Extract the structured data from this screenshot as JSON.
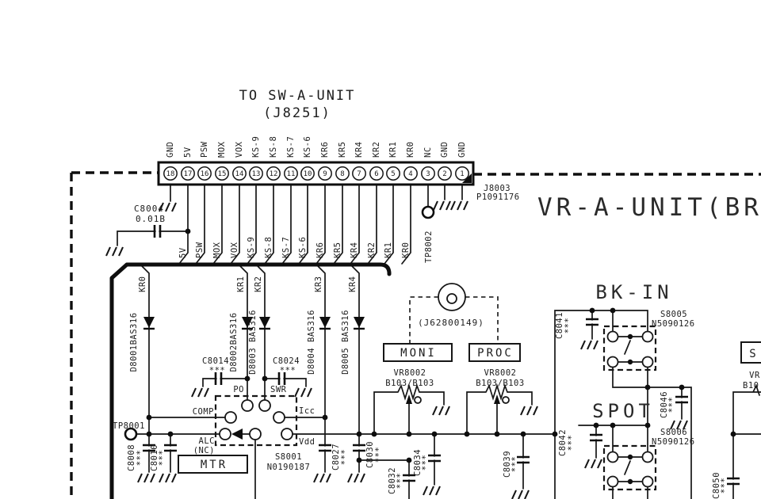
{
  "header": {
    "title1": "TO SW-A-UNIT",
    "title2": "(J8251)",
    "unit": "VR-A-UNIT(BR",
    "conn_name": "J8003",
    "conn_part": "P1091176"
  },
  "connector_pins": [
    {
      "num": "18",
      "label": "GND"
    },
    {
      "num": "17",
      "label": "5V"
    },
    {
      "num": "16",
      "label": "PSW"
    },
    {
      "num": "15",
      "label": "MOX"
    },
    {
      "num": "14",
      "label": "VOX"
    },
    {
      "num": "13",
      "label": "KS-9"
    },
    {
      "num": "12",
      "label": "KS-8"
    },
    {
      "num": "11",
      "label": "KS-7"
    },
    {
      "num": "10",
      "label": "KS-6"
    },
    {
      "num": "9",
      "label": "KR6"
    },
    {
      "num": "8",
      "label": "KR5"
    },
    {
      "num": "7",
      "label": "KR4"
    },
    {
      "num": "6",
      "label": "KR2"
    },
    {
      "num": "5",
      "label": "KR1"
    },
    {
      "num": "4",
      "label": "KR0"
    },
    {
      "num": "3",
      "label": "NC"
    },
    {
      "num": "2",
      "label": "GND"
    },
    {
      "num": "1",
      "label": "GND"
    }
  ],
  "bus_entry": [
    "5V",
    "PSW",
    "MOX",
    "VOX",
    "KS-9",
    "KS-8",
    "KS-7",
    "KS-6",
    "KR6",
    "KR5",
    "KR4",
    "KR2",
    "KR1",
    "KR0"
  ],
  "bus_exit": [
    "KR0",
    "KR1",
    "KR2",
    "KR3",
    "KR4"
  ],
  "diodes": [
    "D8001BAS316",
    "D8002BAS316",
    "D8003 BAS316",
    "D8004 BAS316",
    "D8005 BAS316"
  ],
  "capacitors": {
    "c8004": {
      "name": "C8004",
      "value": "0.01B"
    },
    "c8008": {
      "name": "C8008",
      "value": "***"
    },
    "c8010": {
      "name": "C8010",
      "value": "***"
    },
    "c8014": {
      "name": "C8014",
      "value": "***"
    },
    "c8024": {
      "name": "C8024",
      "value": "***"
    },
    "c8027": {
      "name": "C8027",
      "value": "***"
    },
    "c8030": {
      "name": "C8030",
      "value": "***"
    },
    "c8032": {
      "name": "C8032",
      "value": "***"
    },
    "c8034": {
      "name": "C8034",
      "value": "***"
    },
    "c8039": {
      "name": "C8039",
      "value": "***"
    },
    "c8041": {
      "name": "C8041",
      "value": "***"
    },
    "c8042": {
      "name": "C8042",
      "value": "***"
    },
    "c8046": {
      "name": "C8046",
      "value": "***"
    },
    "c8050": {
      "name": "C8050",
      "value": "***"
    }
  },
  "test_points": {
    "tp8001": "TP8001",
    "tp8002": "TP8002"
  },
  "rotary_switch": {
    "name": "S8001",
    "part": "N0190187",
    "pos_po": "PO",
    "pos_swr": "SWR",
    "pos_comp": "COMP",
    "pos_icc": "Icc",
    "pos_alc": "ALC",
    "pos_alc_nc": "(NC)",
    "pos_vdd": "Vdd"
  },
  "switches": {
    "s8005": {
      "name": "S8005",
      "part": "N5090126"
    },
    "s8006": {
      "name": "S8006",
      "part": "N5090126"
    }
  },
  "pots": {
    "moni": {
      "name": "VR8002",
      "value": "B103/B103"
    },
    "proc": {
      "name": "VR8002",
      "value": "B103/B103"
    },
    "partial": {
      "name": "VR",
      "value": "B10"
    }
  },
  "panel": {
    "moni": "MONI",
    "proc": "PROC",
    "mtr": "MTR",
    "bkin": "BK-IN",
    "spot": "SPOT",
    "right_box": "S"
  },
  "mech": {
    "ref": "(J62800149)"
  }
}
